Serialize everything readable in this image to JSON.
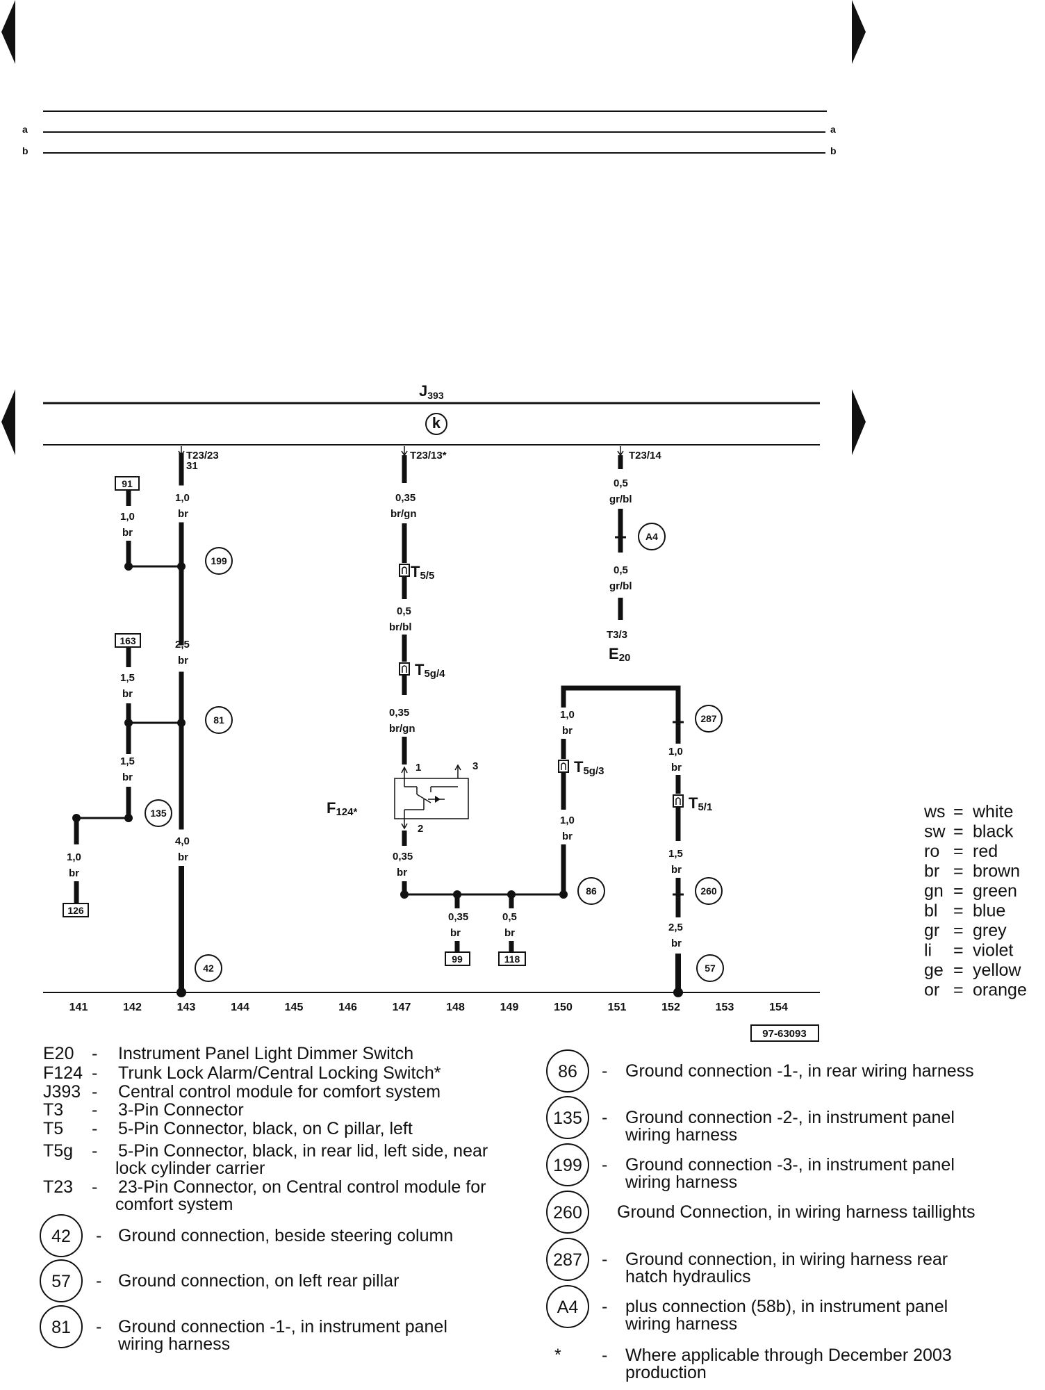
{
  "page": {
    "row_labels": [
      "a",
      "b"
    ],
    "figure_id": "97-63093"
  },
  "module": {
    "label": "J",
    "sub": "393",
    "symbol": "k"
  },
  "pins": {
    "t23_23": "T23/23",
    "t23_23_sub": "31",
    "t23_13": "T23/13*",
    "t23_14": "T23/14"
  },
  "wires": {
    "w91": "1,0",
    "w91c": "br",
    "w143a": "1,0",
    "w143ac": "br",
    "w143b": "2,5",
    "w143bc": "br",
    "w163": "1,5",
    "w163c": "br",
    "w142b": "1,5",
    "w142bc": "br",
    "w143c": "4,0",
    "w143cc": "br",
    "w141": "1,0",
    "w141c": "br",
    "w147a": "0,35",
    "w147ac": "br/gn",
    "w147b": "0,5",
    "w147bc": "br/bl",
    "w147c": "0,35",
    "w147cc": "br/gn",
    "w147d": "0,35",
    "w147dc": "br",
    "w148": "0,35",
    "w148c": "br",
    "w149": "0,5",
    "w149c": "br",
    "w150a": "1,0",
    "w150ac": "br",
    "w150b": "1,0",
    "w150bc": "br",
    "w152a": "1,0",
    "w152ac": "br",
    "w152b": "1,5",
    "w152bc": "br",
    "w152c": "2,5",
    "w152cc": "br",
    "w153a": "0,5",
    "w153ac": "gr/bl",
    "w153b": "0,5",
    "w153bc": "gr/bl"
  },
  "connectors": {
    "t5_5": "T",
    "t5_5s": "5/5",
    "t5g_4": "T",
    "t5g_4s": "5g/4",
    "t5g_3": "T",
    "t5g_3s": "5g/3",
    "t5_1": "T",
    "t5_1s": "5/1",
    "t3_3": "T3/3"
  },
  "components": {
    "e20": "E",
    "e20s": "20",
    "f124": "F",
    "f124s": "124*",
    "f124_pin1": "1",
    "f124_pin2": "2",
    "f124_pin3": "3"
  },
  "refs": {
    "r91": "91",
    "r163": "163",
    "r126": "126",
    "r99": "99",
    "r118": "118"
  },
  "grounds": {
    "g199": "199",
    "g81": "81",
    "g135": "135",
    "g42": "42",
    "ga4": "A4",
    "g287": "287",
    "g86": "86",
    "g260": "260",
    "g57": "57"
  },
  "axis": [
    "141",
    "142",
    "143",
    "144",
    "145",
    "146",
    "147",
    "148",
    "149",
    "150",
    "151",
    "152",
    "153",
    "154"
  ],
  "colors": [
    {
      "code": "ws",
      "name": "white"
    },
    {
      "code": "sw",
      "name": "black"
    },
    {
      "code": "ro",
      "name": "red"
    },
    {
      "code": "br",
      "name": "brown"
    },
    {
      "code": "gn",
      "name": "green"
    },
    {
      "code": "bl",
      "name": "blue"
    },
    {
      "code": "gr",
      "name": "grey"
    },
    {
      "code": "li",
      "name": "violet"
    },
    {
      "code": "ge",
      "name": "yellow"
    },
    {
      "code": "or",
      "name": "orange"
    }
  ],
  "legend_left": [
    {
      "code": "E20",
      "dash": "-",
      "text": "Instrument Panel Light Dimmer Switch"
    },
    {
      "code": "F124",
      "dash": "-",
      "text": "Trunk Lock Alarm/Central Locking Switch*"
    },
    {
      "code": "J393",
      "dash": "-",
      "text": "Central control module for comfort system"
    },
    {
      "code": "T3",
      "dash": "-",
      "text": "3-Pin Connector"
    },
    {
      "code": "T5",
      "dash": "-",
      "text": "5-Pin Connector, black, on C pillar, left"
    },
    {
      "code": "T5g",
      "dash": "-",
      "text": "5-Pin Connector, black, in rear lid, left side, near",
      "text2": "lock cylinder carrier"
    },
    {
      "code": "T23",
      "dash": "-",
      "text": "23-Pin Connector, on Central control module for",
      "text2": "comfort system"
    }
  ],
  "legend_left_grounds": [
    {
      "code": "42",
      "dash": "-",
      "text": "Ground connection, beside steering column"
    },
    {
      "code": "57",
      "dash": "-",
      "text": "Ground connection, on left rear pillar"
    },
    {
      "code": "81",
      "dash": "-",
      "text": "Ground connection -1-, in instrument panel",
      "text2": "wiring harness"
    }
  ],
  "legend_right": [
    {
      "code": "86",
      "dash": "-",
      "text": "Ground connection -1-, in rear wiring harness"
    },
    {
      "code": "135",
      "dash": "-",
      "text": "Ground connection -2-, in instrument panel",
      "text2": "wiring harness"
    },
    {
      "code": "199",
      "dash": "-",
      "text": "Ground connection -3-, in instrument panel",
      "text2": "wiring harness"
    },
    {
      "code": "260",
      "dash": "",
      "text": "Ground Connection, in wiring harness taillights"
    },
    {
      "code": "287",
      "dash": "-",
      "text": "Ground connection, in wiring harness rear",
      "text2": "hatch hydraulics"
    },
    {
      "code": "A4",
      "dash": "-",
      "text": "plus connection (58b), in instrument panel",
      "text2": "wiring harness"
    }
  ],
  "footnote": {
    "code": "*",
    "dash": "-",
    "text": "Where applicable through December 2003",
    "text2": "production"
  }
}
